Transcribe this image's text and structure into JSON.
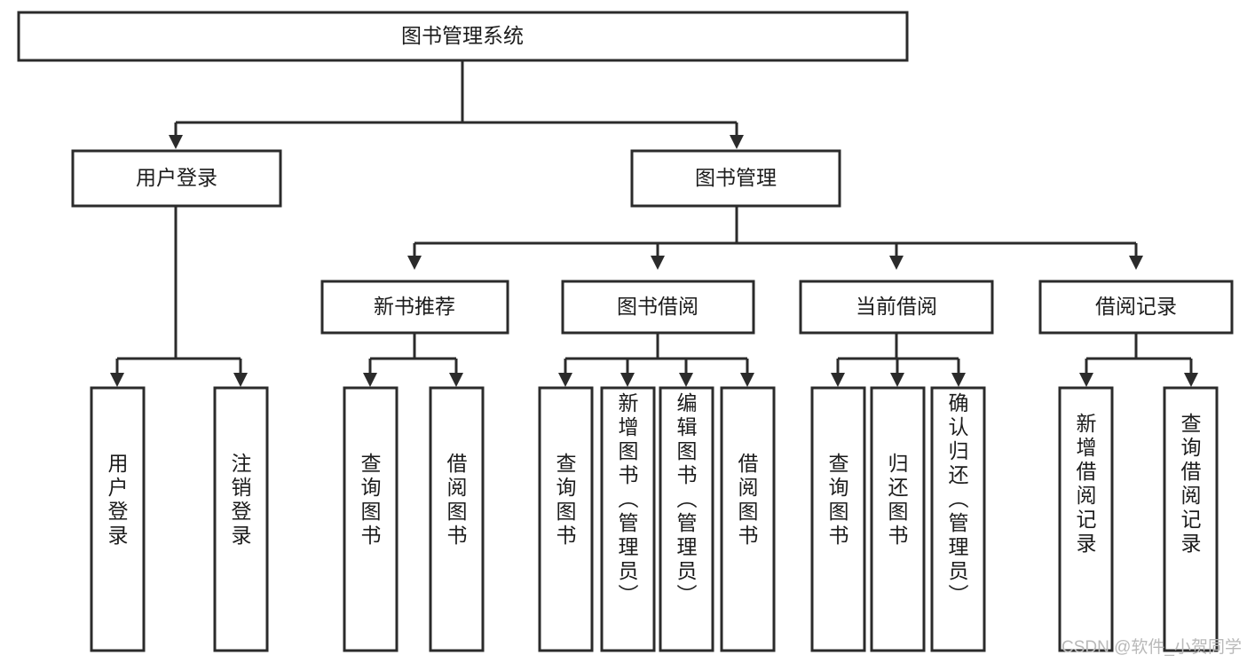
{
  "diagram": {
    "type": "tree-hierarchy",
    "title": "图书管理系统",
    "orientation": "top-down",
    "colors": {
      "box_stroke": "#2b2b2b",
      "box_fill": "#ffffff",
      "connector": "#2b2b2b",
      "text": "#1c1c1c",
      "watermark": "#b9b9b9",
      "background": "#ffffff"
    },
    "levels": {
      "root": {
        "label": "图书管理系统"
      },
      "level2": [
        {
          "id": "user-login",
          "label": "用户登录"
        },
        {
          "id": "book-management",
          "label": "图书管理"
        }
      ],
      "level3": [
        {
          "id": "new-book-recommend",
          "label": "新书推荐",
          "parent": "book-management"
        },
        {
          "id": "book-borrow",
          "label": "图书借阅",
          "parent": "book-management"
        },
        {
          "id": "current-borrow",
          "label": "当前借阅",
          "parent": "book-management"
        },
        {
          "id": "borrow-record",
          "label": "借阅记录",
          "parent": "book-management"
        }
      ],
      "leaves": [
        {
          "id": "leaf-user-login",
          "label": "用户登录",
          "parent": "user-login"
        },
        {
          "id": "leaf-logout-login",
          "label": "注销登录",
          "parent": "user-login"
        },
        {
          "id": "leaf-query-book-1",
          "label": "查询图书",
          "parent": "new-book-recommend"
        },
        {
          "id": "leaf-borrow-book-1",
          "label": "借阅图书",
          "parent": "new-book-recommend"
        },
        {
          "id": "leaf-query-book-2",
          "label": "查询图书",
          "parent": "book-borrow"
        },
        {
          "id": "leaf-add-book",
          "label": "新增图书（管理员）",
          "parent": "book-borrow"
        },
        {
          "id": "leaf-edit-book",
          "label": "编辑图书（管理员）",
          "parent": "book-borrow"
        },
        {
          "id": "leaf-borrow-book-2",
          "label": "借阅图书",
          "parent": "book-borrow"
        },
        {
          "id": "leaf-query-book-3",
          "label": "查询图书",
          "parent": "current-borrow"
        },
        {
          "id": "leaf-return-book",
          "label": "归还图书",
          "parent": "current-borrow"
        },
        {
          "id": "leaf-confirm-return",
          "label": "确认归还（管理员）",
          "parent": "current-borrow"
        },
        {
          "id": "leaf-add-record",
          "label": "新增借阅记录",
          "parent": "borrow-record"
        },
        {
          "id": "leaf-query-record",
          "label": "查询借阅记录",
          "parent": "borrow-record"
        }
      ]
    }
  },
  "watermark": {
    "text": "CSDN @软件_小贺同学"
  }
}
